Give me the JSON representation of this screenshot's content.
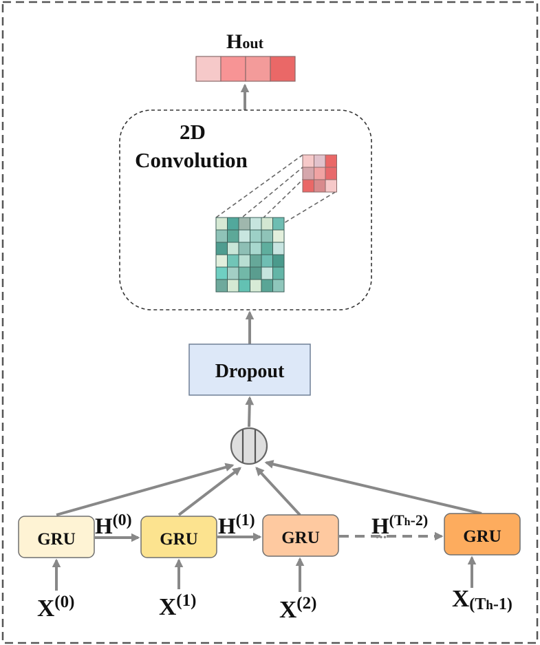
{
  "output": {
    "label": "H",
    "sub": "out",
    "colors": [
      "#f6c9c9",
      "#f79495",
      "#f39b9a",
      "#ea6867"
    ]
  },
  "conv": {
    "line1": "2D",
    "line2": "Convolution",
    "input_grid": [
      [
        "#d6e9d4",
        "#52a89c",
        "#9fb7ad",
        "#c6e4de",
        "#d3e7d2",
        "#6ebdb2"
      ],
      [
        "#8fc3b8",
        "#5da898",
        "#c8e6e0",
        "#9dd0c6",
        "#8fc3b8",
        "#e3efdc"
      ],
      [
        "#4f9d90",
        "#c9e6d8",
        "#8ebfb5",
        "#a8d8ce",
        "#5fae9e",
        "#c8e5e1"
      ],
      [
        "#e1efdd",
        "#71c5b7",
        "#b8ded2",
        "#66a899",
        "#6fbeb3",
        "#4a9a8c"
      ],
      [
        "#6fcfc2",
        "#a3cfc5",
        "#72b8a8",
        "#5a9d8f",
        "#c6e4de",
        "#63b5a7"
      ],
      [
        "#6ea99c",
        "#d4e9d3",
        "#63c1b3",
        "#d7ebd6",
        "#5aa596",
        "#8fc6bb"
      ]
    ],
    "kernel_grid": [
      [
        "#f6c9c9",
        "#e1c2cc",
        "#ea6867"
      ],
      [
        "#d5a7ac",
        "#f0a3a3",
        "#e86a6c"
      ],
      [
        "#ea6867",
        "#d88a8c",
        "#f6c9c9"
      ]
    ]
  },
  "dropout": {
    "label": "Dropout"
  },
  "concat": {
    "symbol": "concat"
  },
  "gru_cells": [
    {
      "label": "GRU",
      "color": "#fef3d4"
    },
    {
      "label": "GRU",
      "color": "#fce38f"
    },
    {
      "label": "GRU",
      "color": "#fec9a0"
    },
    {
      "label": "GRU",
      "color": "#fdac5e"
    }
  ],
  "hidden": [
    {
      "base": "H",
      "sup": "(0)"
    },
    {
      "base": "H",
      "sup": "(1)"
    },
    {
      "base": "H",
      "sup": "(T",
      "sup_small": "h",
      "sup_end": "-2)"
    }
  ],
  "inputs": [
    {
      "base": "X",
      "sup": "(0)"
    },
    {
      "base": "X",
      "sup": "(1)"
    },
    {
      "base": "X",
      "sup": "(2)"
    },
    {
      "base": "X",
      "sub": "(T",
      "sub_small": "h",
      "sub_end": "-1)"
    }
  ],
  "ellipsis": "...",
  "colors": {
    "arrow": "#888888",
    "frame": "#555555",
    "dropout_fill": "#dde8f8",
    "dropout_stroke": "#6e7f95",
    "gru_stroke": "#6f6f6f",
    "concat_fill": "#dedede"
  }
}
